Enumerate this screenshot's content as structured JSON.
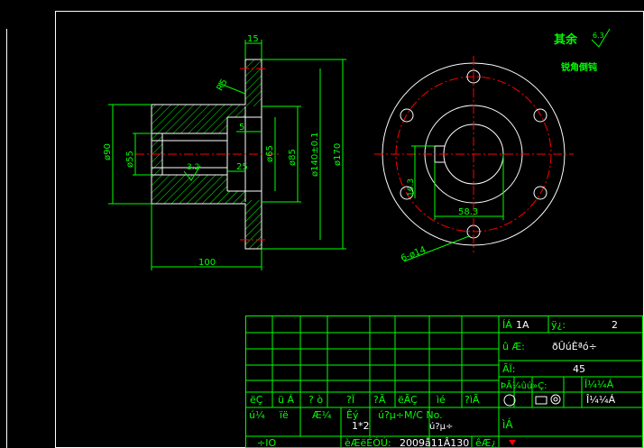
{
  "colors": {
    "background": "#000000",
    "outline": "#ffffff",
    "dimension": "#00ff00",
    "hatch": "#00ff00",
    "center_line": "#ff0000",
    "title_text": "#00ff00",
    "title_value": "#ffffff",
    "accent_icon": "#ff0000"
  },
  "dims": {
    "d15": "15",
    "d5": "5",
    "d25": "25",
    "d100": "100",
    "r5": "R5",
    "dia90": "ø90",
    "dia55": "ø55",
    "dia65": "ø65",
    "dia85": "ø85",
    "dia140": "ø140±0.1",
    "dia170": "ø170",
    "rough": "3.2",
    "key_h": "16.3",
    "key_w": "58.3",
    "holes": "6-ø14"
  },
  "notes": {
    "remaining": "其余",
    "remaining_sym": "6.3",
    "edges": "锐角倒钝"
  },
  "title_block": {
    "label_scale": "ÍÁ",
    "value_scale": "1A",
    "label_sheet": "ÿ¿:",
    "value_sheet": "2",
    "label_name": "û Æ:",
    "value_name": "ðÛúÈªó÷",
    "label_mat": "ÃÏ:",
    "value_mat": "45",
    "label_row4": "ÞÃ¼ûú»Ç:",
    "value_row4": "Î¼¼Á",
    "value_row5": "Î¼¼Á",
    "h_row": [
      "ëÇ",
      "ü Á",
      "? ò",
      "?Ï",
      "?Ã",
      "ëÃÇ",
      "ìé",
      "?ìÃ"
    ],
    "h_row2": [
      "ú¼",
      "ïë",
      "Æ¼",
      "Êý",
      "ú?µ÷M/C No."
    ],
    "val_12": "1*2",
    "val_do": "ú?µ÷",
    "bottom_left": "÷IO",
    "date_label": "èÆëÉÓÚ:",
    "date_value": "2009å11Â130",
    "bottom_tag": "êÆ¿",
    "side_mark": "ìÁ"
  }
}
